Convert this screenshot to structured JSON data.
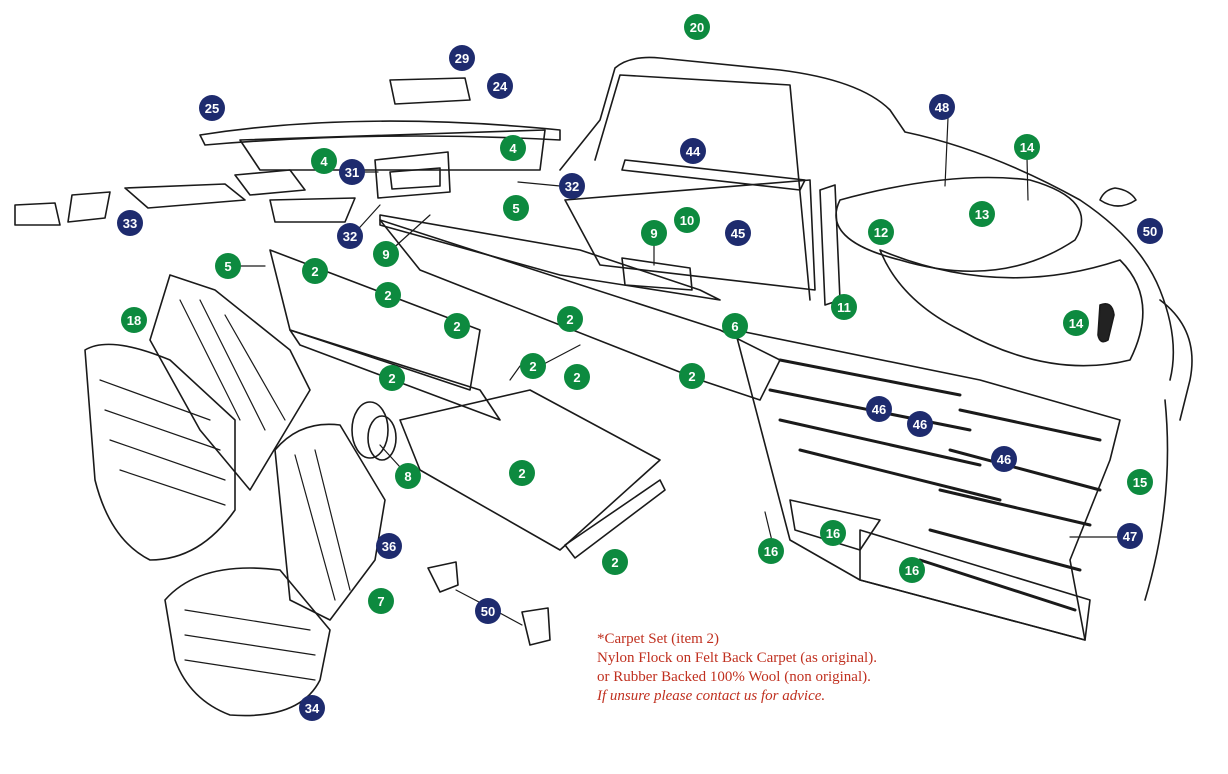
{
  "colors": {
    "green_callout": "#0d8a3f",
    "blue_callout": "#1e2b6e",
    "note_text": "#c0301f",
    "line": "#1a1a1a"
  },
  "callouts": [
    {
      "label": "20",
      "color": "green"
    },
    {
      "label": "29",
      "color": "blue"
    },
    {
      "label": "24",
      "color": "blue"
    },
    {
      "label": "25",
      "color": "blue"
    },
    {
      "label": "4",
      "color": "green"
    },
    {
      "label": "4",
      "color": "green"
    },
    {
      "label": "31",
      "color": "blue"
    },
    {
      "label": "32",
      "color": "blue"
    },
    {
      "label": "44",
      "color": "blue"
    },
    {
      "label": "48",
      "color": "blue"
    },
    {
      "label": "14",
      "color": "green"
    },
    {
      "label": "33",
      "color": "blue"
    },
    {
      "label": "32",
      "color": "blue"
    },
    {
      "label": "9",
      "color": "green"
    },
    {
      "label": "5",
      "color": "green"
    },
    {
      "label": "9",
      "color": "green"
    },
    {
      "label": "10",
      "color": "green"
    },
    {
      "label": "45",
      "color": "blue"
    },
    {
      "label": "12",
      "color": "green"
    },
    {
      "label": "13",
      "color": "green"
    },
    {
      "label": "50",
      "color": "blue"
    },
    {
      "label": "5",
      "color": "green"
    },
    {
      "label": "2",
      "color": "green"
    },
    {
      "label": "2",
      "color": "green"
    },
    {
      "label": "11",
      "color": "green"
    },
    {
      "label": "18",
      "color": "green"
    },
    {
      "label": "2",
      "color": "green"
    },
    {
      "label": "2",
      "color": "green"
    },
    {
      "label": "6",
      "color": "green"
    },
    {
      "label": "14",
      "color": "green"
    },
    {
      "label": "2",
      "color": "green"
    },
    {
      "label": "2",
      "color": "green"
    },
    {
      "label": "2",
      "color": "green"
    },
    {
      "label": "2",
      "color": "green"
    },
    {
      "label": "46",
      "color": "blue"
    },
    {
      "label": "46",
      "color": "blue"
    },
    {
      "label": "46",
      "color": "blue"
    },
    {
      "label": "8",
      "color": "green"
    },
    {
      "label": "2",
      "color": "green"
    },
    {
      "label": "15",
      "color": "green"
    },
    {
      "label": "16",
      "color": "green"
    },
    {
      "label": "36",
      "color": "blue"
    },
    {
      "label": "47",
      "color": "blue"
    },
    {
      "label": "16",
      "color": "green"
    },
    {
      "label": "2",
      "color": "green"
    },
    {
      "label": "16",
      "color": "green"
    },
    {
      "label": "7",
      "color": "green"
    },
    {
      "label": "50",
      "color": "blue"
    },
    {
      "label": "34",
      "color": "blue"
    }
  ],
  "note": {
    "line1": "*Carpet Set (item 2)",
    "line2": "Nylon Flock on Felt Back Carpet (as original).",
    "line3": "or Rubber Backed 100% Wool (non original).",
    "line4": "If unsure please contact us for advice."
  }
}
